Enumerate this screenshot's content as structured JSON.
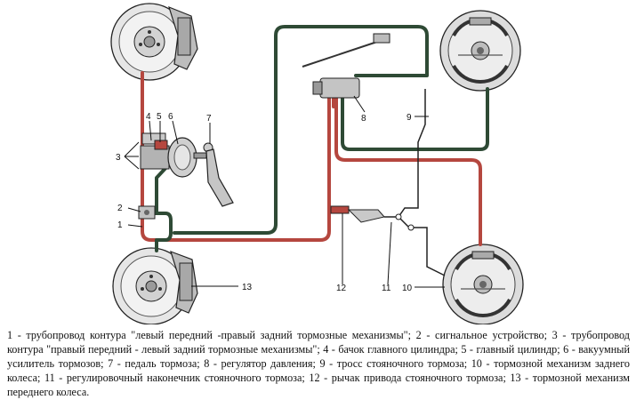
{
  "callouts": {
    "n1": "1",
    "n2": "2",
    "n3": "3",
    "n4": "4",
    "n5": "5",
    "n6": "6",
    "n7": "7",
    "n8": "8",
    "n9": "9",
    "n10": "10",
    "n11": "11",
    "n12": "12",
    "n13": "13"
  },
  "caption": "1 - трубопровод контура \"левый передний -правый задний тормозные механизмы\"; 2 - сигнальное устройство; 3 - трубопровод контура \"правый передний - левый задний тормозные механизмы\"; 4 - бачок главного цилиндра; 5 - главный цилиндр; 6 - вакуумный усилитель тормозов; 7 - педаль тормоза; 8 - регулятор давления; 9 - тросс стояночного тормоза; 10 - тормозной механизм заднего колеса; 11 - регулировочный наконечник стояночного тормоза; 12 - рычак привода стояночного тормоза; 13 - тормозной механизм переднего колеса.",
  "colors": {
    "circuit_red": "#b5473f",
    "circuit_green": "#2e4a35",
    "metal": "#8c8c8c",
    "line": "#222222"
  }
}
